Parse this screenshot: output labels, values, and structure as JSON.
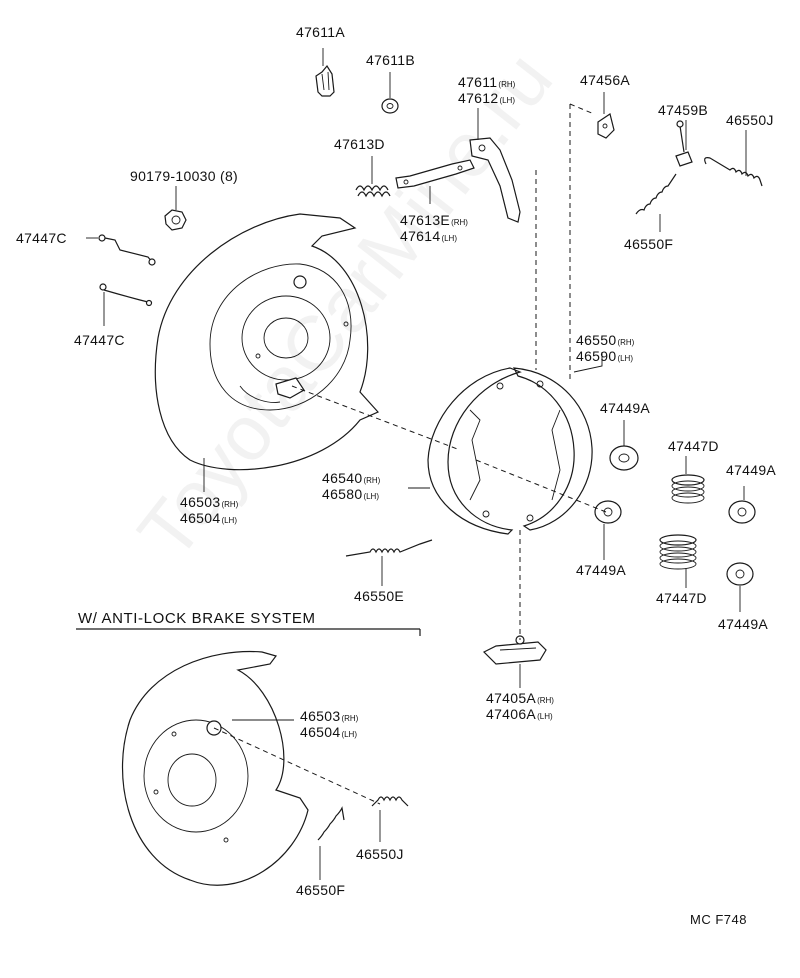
{
  "section_title": "W/ ANTI-LOCK BRAKE SYSTEM",
  "figure_code": "MC F748",
  "watermark": "ToyotaCarMine.ru",
  "labels": [
    {
      "id": "l-47611a",
      "text": "47611A",
      "sfx": ""
    },
    {
      "id": "l-47611b",
      "text": "47611B",
      "sfx": ""
    },
    {
      "id": "l-47611",
      "text": "47611",
      "sfx": "(RH)"
    },
    {
      "id": "l-47612",
      "text": "47612",
      "sfx": "(LH)"
    },
    {
      "id": "l-47456a",
      "text": "47456A",
      "sfx": ""
    },
    {
      "id": "l-47459b",
      "text": "47459B",
      "sfx": ""
    },
    {
      "id": "l-46550j-top",
      "text": "46550J",
      "sfx": ""
    },
    {
      "id": "l-47613d",
      "text": "47613D",
      "sfx": ""
    },
    {
      "id": "l-90179",
      "text": "90179-10030 (8)",
      "sfx": ""
    },
    {
      "id": "l-47613e",
      "text": "47613E",
      "sfx": "(RH)"
    },
    {
      "id": "l-47614",
      "text": "47614",
      "sfx": "(LH)"
    },
    {
      "id": "l-47447c-a",
      "text": "47447C",
      "sfx": ""
    },
    {
      "id": "l-46550f-top",
      "text": "46550F",
      "sfx": ""
    },
    {
      "id": "l-47447c-b",
      "text": "47447C",
      "sfx": ""
    },
    {
      "id": "l-46550",
      "text": "46550",
      "sfx": "(RH)"
    },
    {
      "id": "l-46590",
      "text": "46590",
      "sfx": "(LH)"
    },
    {
      "id": "l-47449a-1",
      "text": "47449A",
      "sfx": ""
    },
    {
      "id": "l-47447d-1",
      "text": "47447D",
      "sfx": ""
    },
    {
      "id": "l-47449a-2",
      "text": "47449A",
      "sfx": ""
    },
    {
      "id": "l-46540",
      "text": "46540",
      "sfx": "(RH)"
    },
    {
      "id": "l-46580",
      "text": "46580",
      "sfx": "(LH)"
    },
    {
      "id": "l-46503-a",
      "text": "46503",
      "sfx": "(RH)"
    },
    {
      "id": "l-46504-a",
      "text": "46504",
      "sfx": "(LH)"
    },
    {
      "id": "l-47449a-3",
      "text": "47449A",
      "sfx": ""
    },
    {
      "id": "l-46550e",
      "text": "46550E",
      "sfx": ""
    },
    {
      "id": "l-47447d-2",
      "text": "47447D",
      "sfx": ""
    },
    {
      "id": "l-47449a-4",
      "text": "47449A",
      "sfx": ""
    },
    {
      "id": "l-47405a",
      "text": "47405A",
      "sfx": "(RH)"
    },
    {
      "id": "l-47406a",
      "text": "47406A",
      "sfx": "(LH)"
    },
    {
      "id": "l-46503-b",
      "text": "46503",
      "sfx": "(RH)"
    },
    {
      "id": "l-46504-b",
      "text": "46504",
      "sfx": "(LH)"
    },
    {
      "id": "l-46550j-bot",
      "text": "46550J",
      "sfx": ""
    },
    {
      "id": "l-46550f-bot",
      "text": "46550F",
      "sfx": ""
    }
  ]
}
